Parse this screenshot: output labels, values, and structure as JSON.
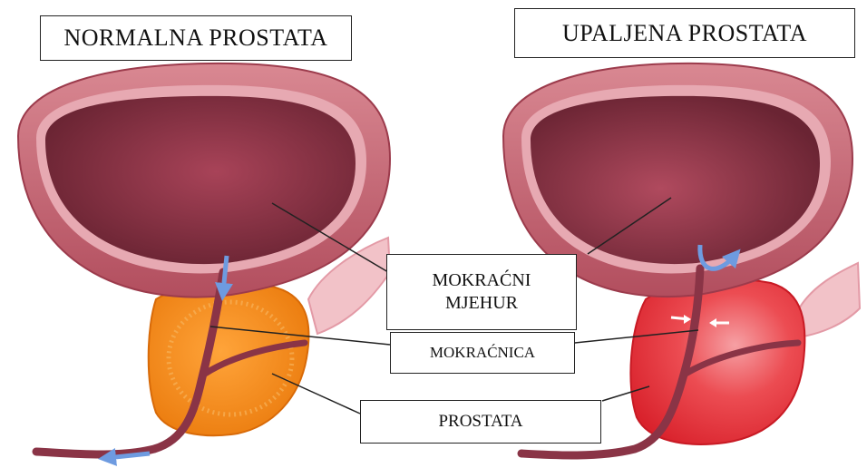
{
  "titles": {
    "left": "NORMALNA PROSTATA",
    "right": "UPALJENA PROSTATA"
  },
  "labels": {
    "bladder_line1": "MOKRAĆNI",
    "bladder_line2": "MJEHUR",
    "urethra": "MOKRAĆNICA",
    "prostate": "PROSTATA"
  },
  "colors": {
    "bladder_outer": "#c96a78",
    "bladder_inner": "#7a2e3c",
    "bladder_lining": "#e7a9b2",
    "normal_prostate": "#f08a1c",
    "inflamed_prostate": "#e8323a",
    "urethra": "#8a3446",
    "flow_arrow": "#6e9be0",
    "tissue": "#f2c2c8"
  }
}
